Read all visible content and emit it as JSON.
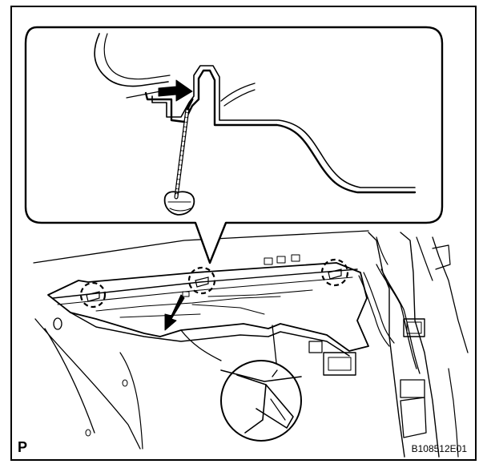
{
  "figure": {
    "view_label": "P",
    "figure_id": "B108512E01",
    "colors": {
      "ink": "#000000",
      "paper": "#ffffff",
      "callout_fill": "#000000"
    },
    "icons": {
      "arrow_callout": "push-direction-arrow",
      "arrow_pull": "pull-direction-arrow",
      "clip_marker": "dashed-circle"
    }
  }
}
